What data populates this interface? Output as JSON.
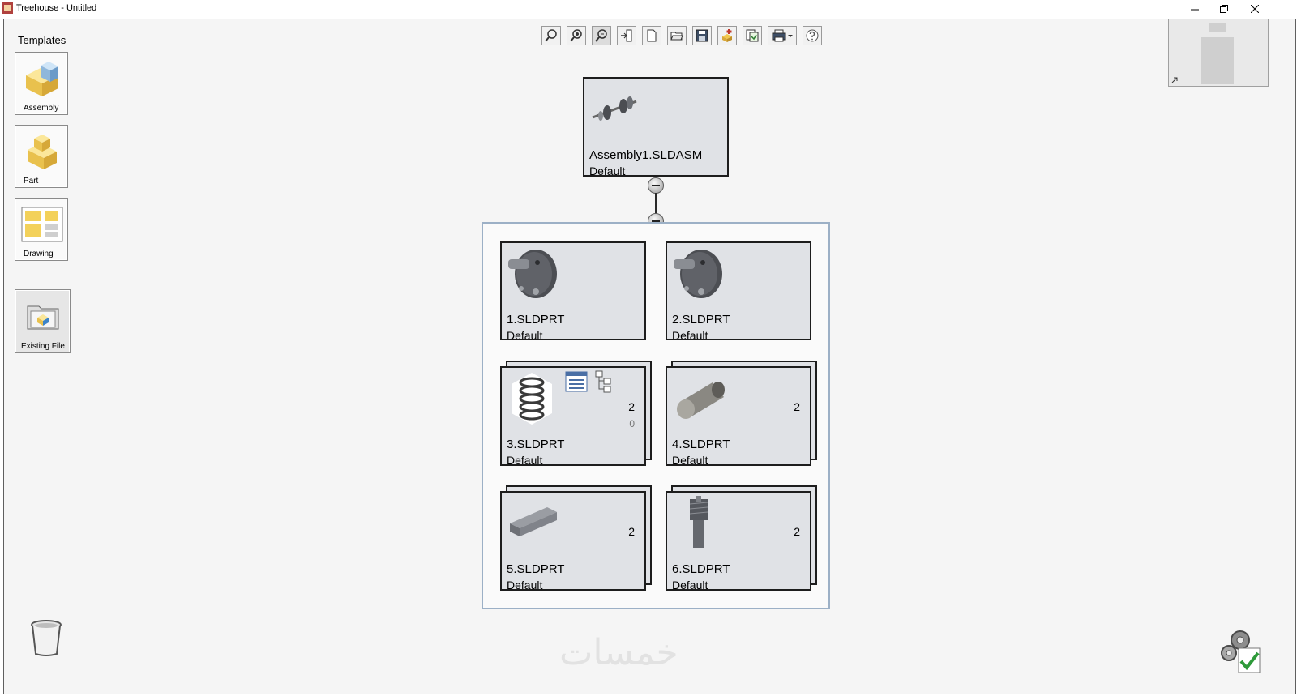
{
  "window": {
    "title": "Treehouse - Untitled"
  },
  "sidebar": {
    "heading": "Templates",
    "items": [
      {
        "label": "Assembly"
      },
      {
        "label": "Part"
      },
      {
        "label": "Drawing"
      },
      {
        "label": "Existing File"
      }
    ]
  },
  "root": {
    "name": "Assembly1.SLDASM",
    "config": "Default"
  },
  "parts": [
    {
      "name": "1.SLDPRT",
      "config": "Default",
      "qty": "",
      "qty2": ""
    },
    {
      "name": "2.SLDPRT",
      "config": "Default",
      "qty": "",
      "qty2": ""
    },
    {
      "name": "3.SLDPRT",
      "config": "Default",
      "qty": "2",
      "qty2": "0"
    },
    {
      "name": "4.SLDPRT",
      "config": "Default",
      "qty": "2",
      "qty2": ""
    },
    {
      "name": "5.SLDPRT",
      "config": "Default",
      "qty": "2",
      "qty2": ""
    },
    {
      "name": "6.SLDPRT",
      "config": "Default",
      "qty": "2",
      "qty2": ""
    }
  ],
  "watermark": "خمسات"
}
